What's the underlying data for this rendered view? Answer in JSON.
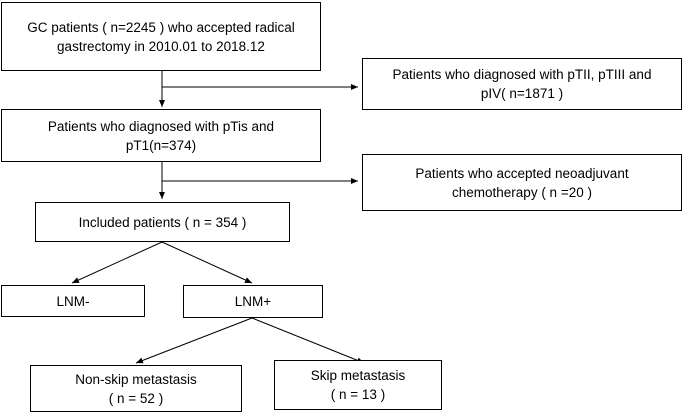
{
  "boxes": {
    "gc_patients": "GC patients ( n=2245 ) who accepted radical\ngastrectomy in 2010.01 to 2018.12",
    "excluded_pt234": "Patients who diagnosed with pTII, pTIII and\npIV( n=1871 )",
    "pt1": "Patients who diagnosed with pTis and\npT1(n=374)",
    "neoadjuvant": "Patients who accepted neoadjuvant\nchemotherapy ( n =20 )",
    "included": "Included patients ( n = 354 )",
    "lnm_neg": "LNM-",
    "lnm_pos": "LNM+",
    "non_skip": "Non-skip metastasis\n( n = 52 )",
    "skip": "Skip metastasis\n( n = 13 )"
  }
}
